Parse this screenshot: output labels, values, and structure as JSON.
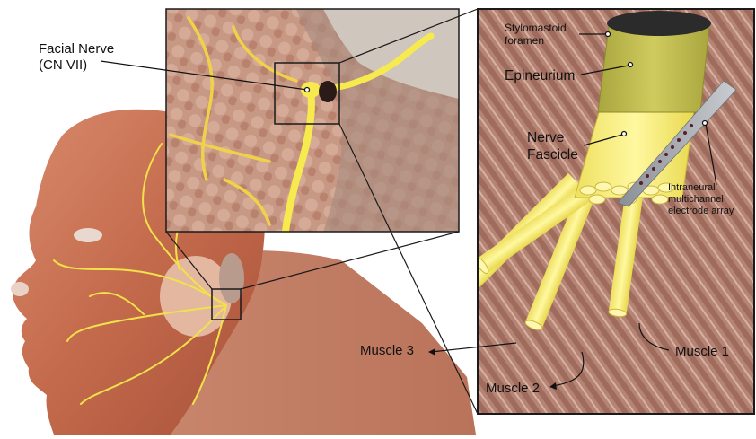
{
  "labels": {
    "facial_nerve_line1": "Facial Nerve",
    "facial_nerve_line2": "(CN VII)",
    "stylomastoid_line1": "Stylomastoid",
    "stylomastoid_line2": "foramen",
    "epineurium": "Epineurium",
    "nerve_fascicle_line1": "Nerve",
    "nerve_fascicle_line2": "Fascicle",
    "electrode_line1": "Intraneural",
    "electrode_line2": "multichannel",
    "electrode_line3": "electrode array",
    "muscle1": "Muscle 1",
    "muscle2": "Muscle 2",
    "muscle3": "Muscle 3"
  },
  "colors": {
    "nerve_yellow": "#f2e24a",
    "epineurium_olive": "#c2bf52",
    "muscle_red": "#c46a4c",
    "frame_dark": "#2b2b2b"
  }
}
